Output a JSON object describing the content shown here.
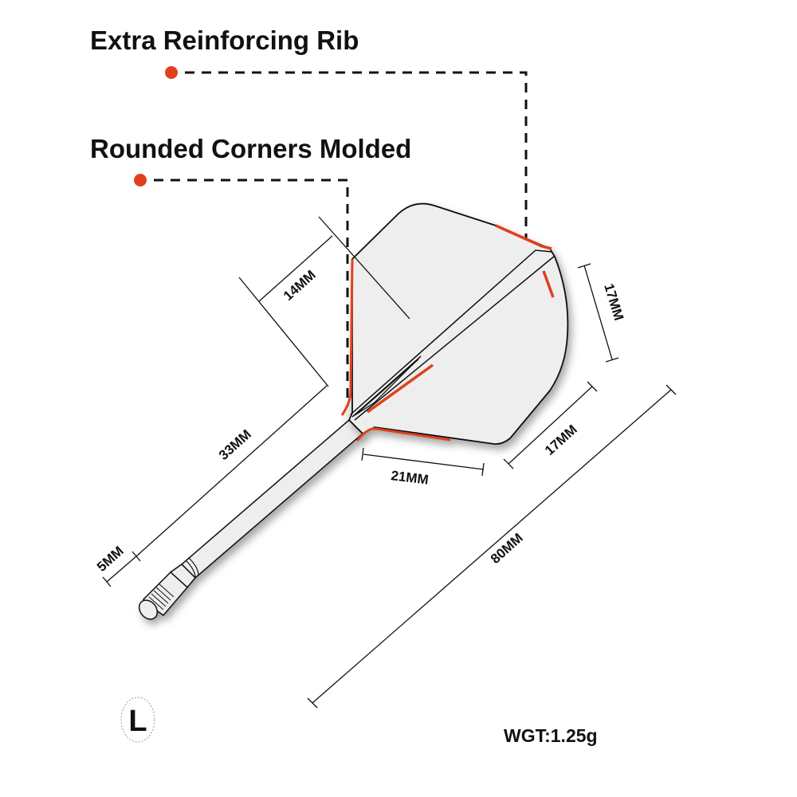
{
  "callouts": {
    "rib": {
      "label": "Extra Reinforcing Rib"
    },
    "corners": {
      "label": "Rounded Corners Molded"
    }
  },
  "dimensions": {
    "flight_top_width": "14MM",
    "flight_right_edge": "17MM",
    "flight_bottom_depth": "17MM",
    "flight_bottom_width": "21MM",
    "shaft_length": "33MM",
    "thread_length": "5MM",
    "total_length": "80MM"
  },
  "size_badge": "L",
  "weight": "WGT:1.25g",
  "colors": {
    "accent": "#e0401c",
    "line": "#111111",
    "fill": "#eeeeee"
  }
}
